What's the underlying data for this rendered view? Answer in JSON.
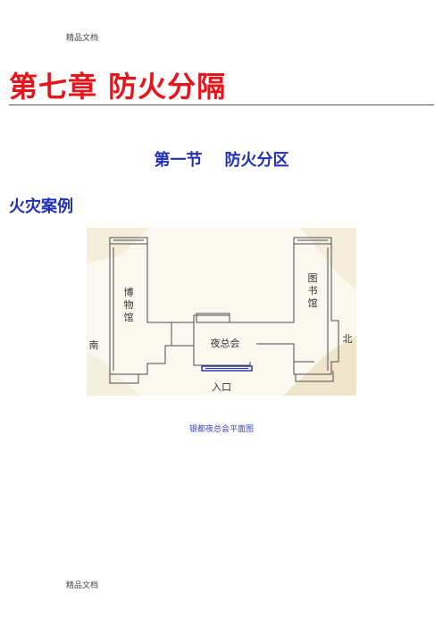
{
  "page": {
    "header_mark": "精品文档",
    "footer_mark": "精品文档"
  },
  "chapter": {
    "title": "第七章  防火分隔"
  },
  "section": {
    "title": "第一节    防火分区"
  },
  "case": {
    "heading": "火灾案例"
  },
  "figure": {
    "labels": {
      "museum": [
        "博",
        "物",
        "馆"
      ],
      "library": [
        "图",
        "书",
        "馆"
      ],
      "nightclub": "夜总会",
      "entrance": "入口",
      "south": "南",
      "north": "北"
    },
    "caption": "银都夜总会平面图",
    "colors": {
      "wall": "#4d4d4d",
      "entrance_bar": "#2b35b0",
      "wash": "#efe7cf"
    }
  }
}
